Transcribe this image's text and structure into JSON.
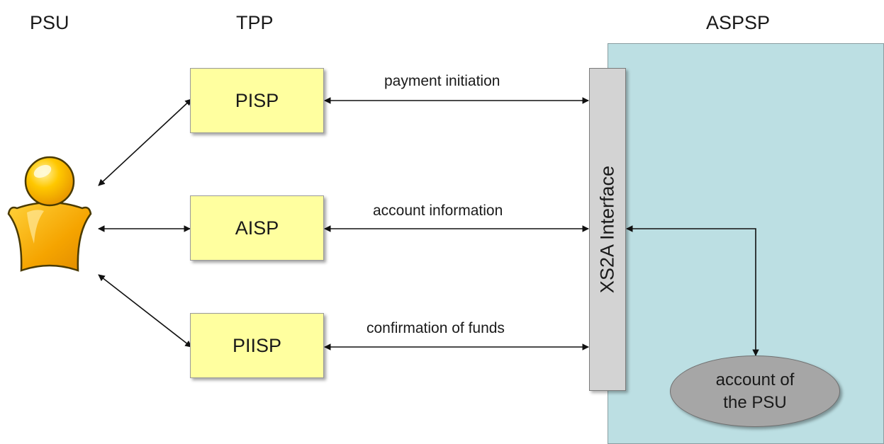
{
  "columns": {
    "psu": "PSU",
    "tpp": "TPP",
    "aspsp": "ASPSP"
  },
  "tpp_roles": {
    "pisp": "PISP",
    "aisp": "AISP",
    "piisp": "PIISP"
  },
  "interface": {
    "label": "XS2A Interface"
  },
  "flows": {
    "payment": "payment initiation",
    "account": "account information",
    "funds": "confirmation of funds"
  },
  "account": {
    "line1": "account of",
    "line2": "the PSU"
  },
  "colors": {
    "tpp_box": "#ffff9f",
    "aspsp_area": "#bcdfe3",
    "interface": "#d3d3d3",
    "account": "#a6a6a6",
    "person": "#f5b800"
  },
  "icons": {
    "person": "user-icon"
  }
}
